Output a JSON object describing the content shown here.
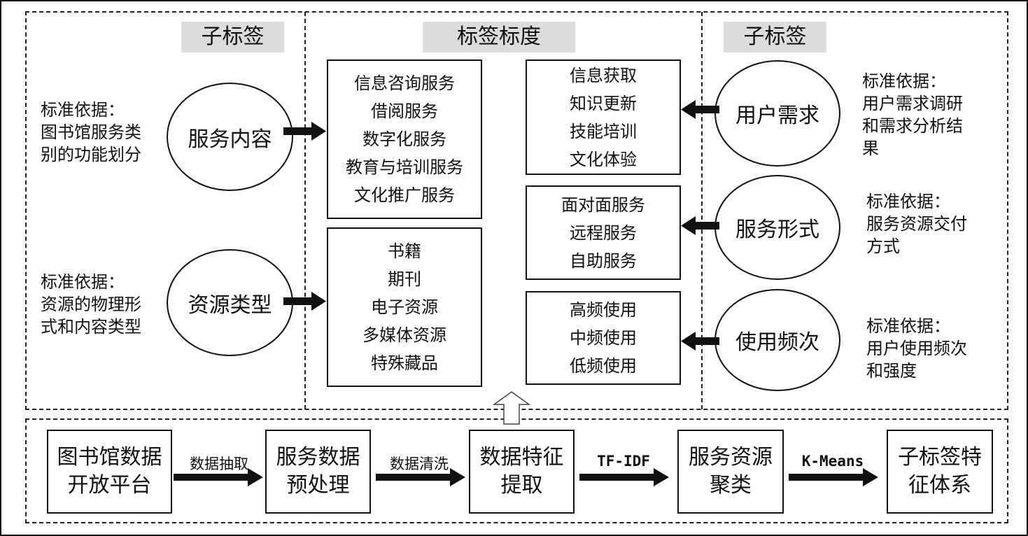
{
  "top": {
    "left_title": "子标签",
    "center_title": "标签标度",
    "right_title": "子标签"
  },
  "left": {
    "ellipses": [
      "服务内容",
      "资源类型"
    ],
    "notes": [
      {
        "head": "标准依据：",
        "lines": [
          "图书馆服务类",
          "别的功能划分"
        ]
      },
      {
        "head": "标准依据：",
        "lines": [
          "资源的物理形",
          "式和内容类型"
        ]
      }
    ]
  },
  "center_left_boxes": [
    {
      "items": [
        "信息咨询服务",
        "借阅服务",
        "数字化服务",
        "教育与培训服务",
        "文化推广服务"
      ]
    },
    {
      "items": [
        "书籍",
        "期刊",
        "电子资源",
        "多媒体资源",
        "特殊藏品"
      ]
    }
  ],
  "center_right_boxes": [
    {
      "items": [
        "信息获取",
        "知识更新",
        "技能培训",
        "文化体验"
      ]
    },
    {
      "items": [
        "面对面服务",
        "远程服务",
        "自助服务"
      ]
    },
    {
      "items": [
        "高频使用",
        "中频使用",
        "低频使用"
      ]
    }
  ],
  "right": {
    "ellipses": [
      "用户需求",
      "服务形式",
      "使用频次"
    ],
    "notes": [
      {
        "head": "标准依据：",
        "lines": [
          "用户需求调研",
          "和需求分析结",
          "果"
        ]
      },
      {
        "head": "标准依据：",
        "lines": [
          "服务资源交付",
          "方式"
        ]
      },
      {
        "head": "标准依据：",
        "lines": [
          "用户使用频次",
          "和强度"
        ]
      }
    ]
  },
  "flow": {
    "boxes": [
      [
        "图书馆数据",
        "开放平台"
      ],
      [
        "服务数据",
        "预处理"
      ],
      [
        "数据特征",
        "提取"
      ],
      [
        "服务资源",
        "聚类"
      ],
      [
        "子标签特",
        "征体系"
      ]
    ],
    "arrows": [
      "数据抽取",
      "数据清洗",
      "TF-IDF",
      "K-Means"
    ]
  }
}
